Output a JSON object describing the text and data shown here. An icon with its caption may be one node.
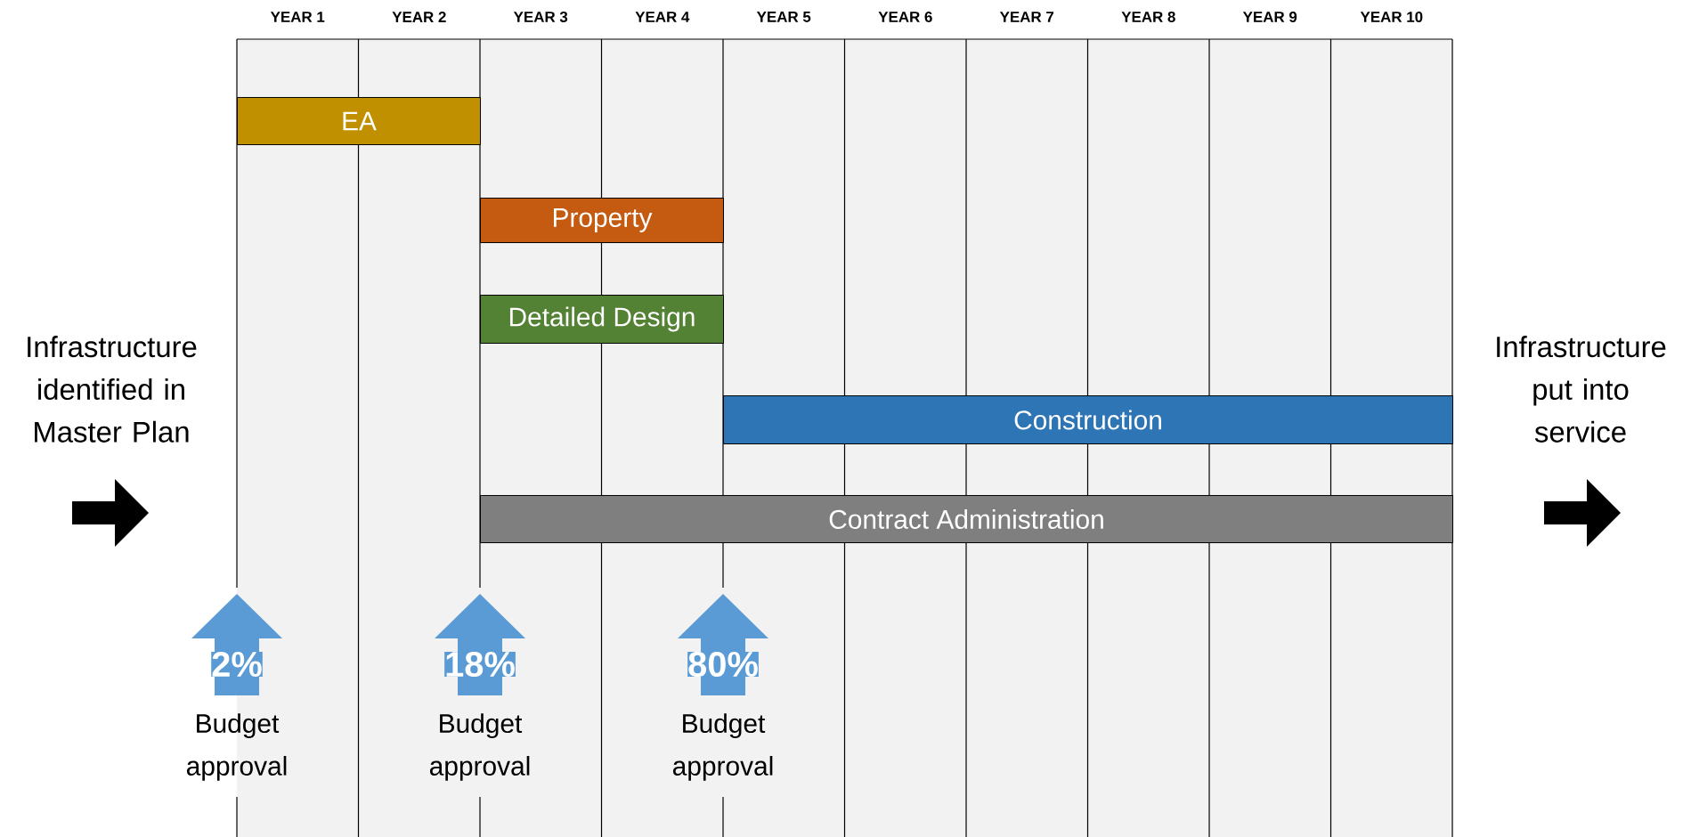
{
  "diagram": {
    "nodes": [
      {
        "text": [
          "EA"
        ]
      },
      {
        "text": [
          "Property"
        ]
      },
      {
        "text": [
          "Detailed Design"
        ]
      },
      {
        "text": [
          "Construction"
        ]
      },
      {
        "text": [
          "Contract Administration"
        ]
      },
      {
        "text": [
          "2%"
        ],
        "beside": [
          "Budget approval"
        ]
      },
      {
        "text": [
          "18%"
        ],
        "beside": [
          "Budget approval"
        ]
      },
      {
        "text": [
          "80%"
        ],
        "beside": [
          "Budget approval"
        ]
      }
    ],
    "labels": [
      "YEAR 1",
      "YEAR 2",
      "YEAR 3",
      "YEAR 4",
      "YEAR 5",
      "YEAR 6",
      "YEAR 7",
      "YEAR 8",
      "YEAR 9",
      "YEAR 10",
      "Infrastructure identified in Master Plan",
      "Infrastructure put into service"
    ]
  }
}
